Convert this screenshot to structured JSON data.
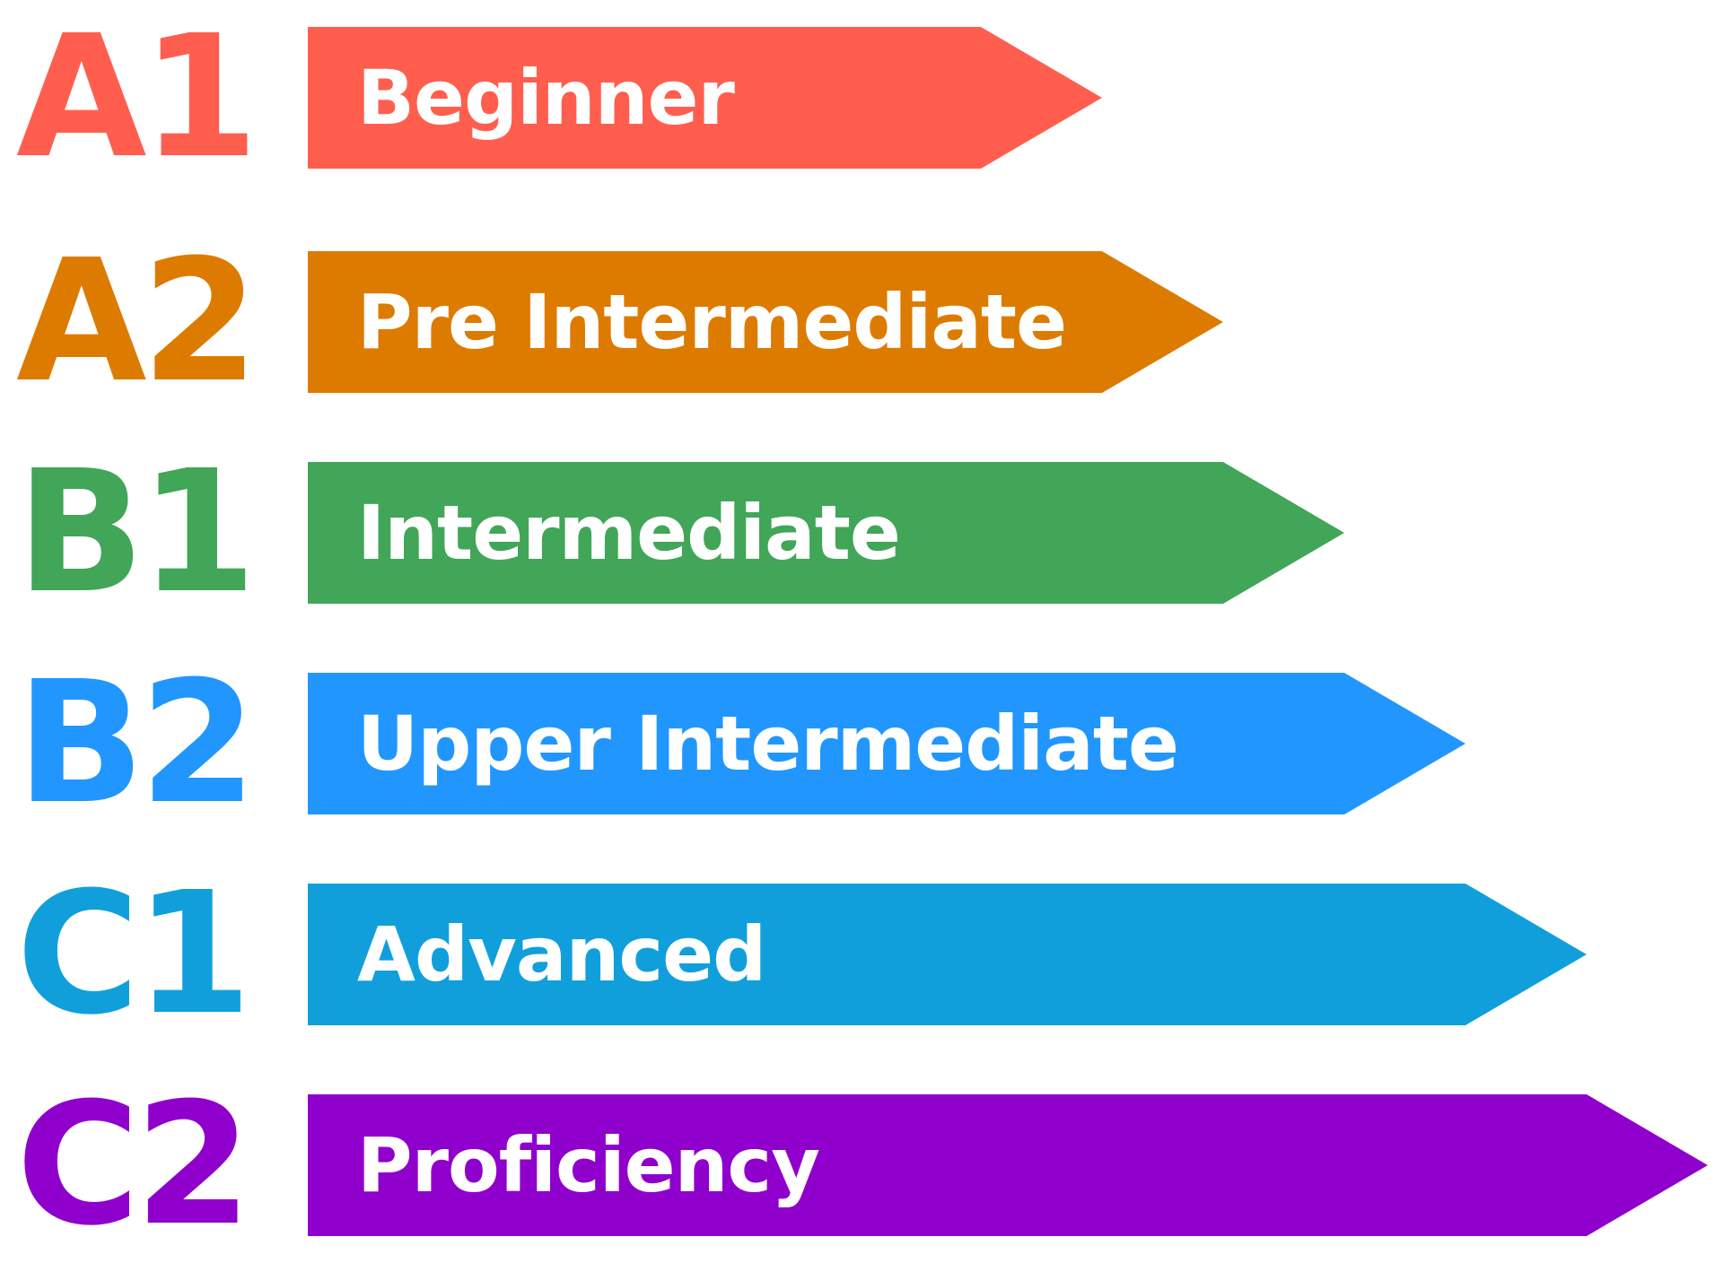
{
  "levels": [
    {
      "code": "A1",
      "label": "Beginner",
      "color": "#ff5e4f"
    },
    {
      "code": "A2",
      "label": "Pre Intermediate",
      "color": "#dd7b00"
    },
    {
      "code": "B1",
      "label": "Intermediate",
      "color": "#41a658"
    },
    {
      "code": "B2",
      "label": "Upper Intermediate",
      "color": "#2196ff"
    },
    {
      "code": "C1",
      "label": "Advanced",
      "color": "#119fdc"
    },
    {
      "code": "C2",
      "label": "Proficiency",
      "color": "#9000cc"
    }
  ]
}
